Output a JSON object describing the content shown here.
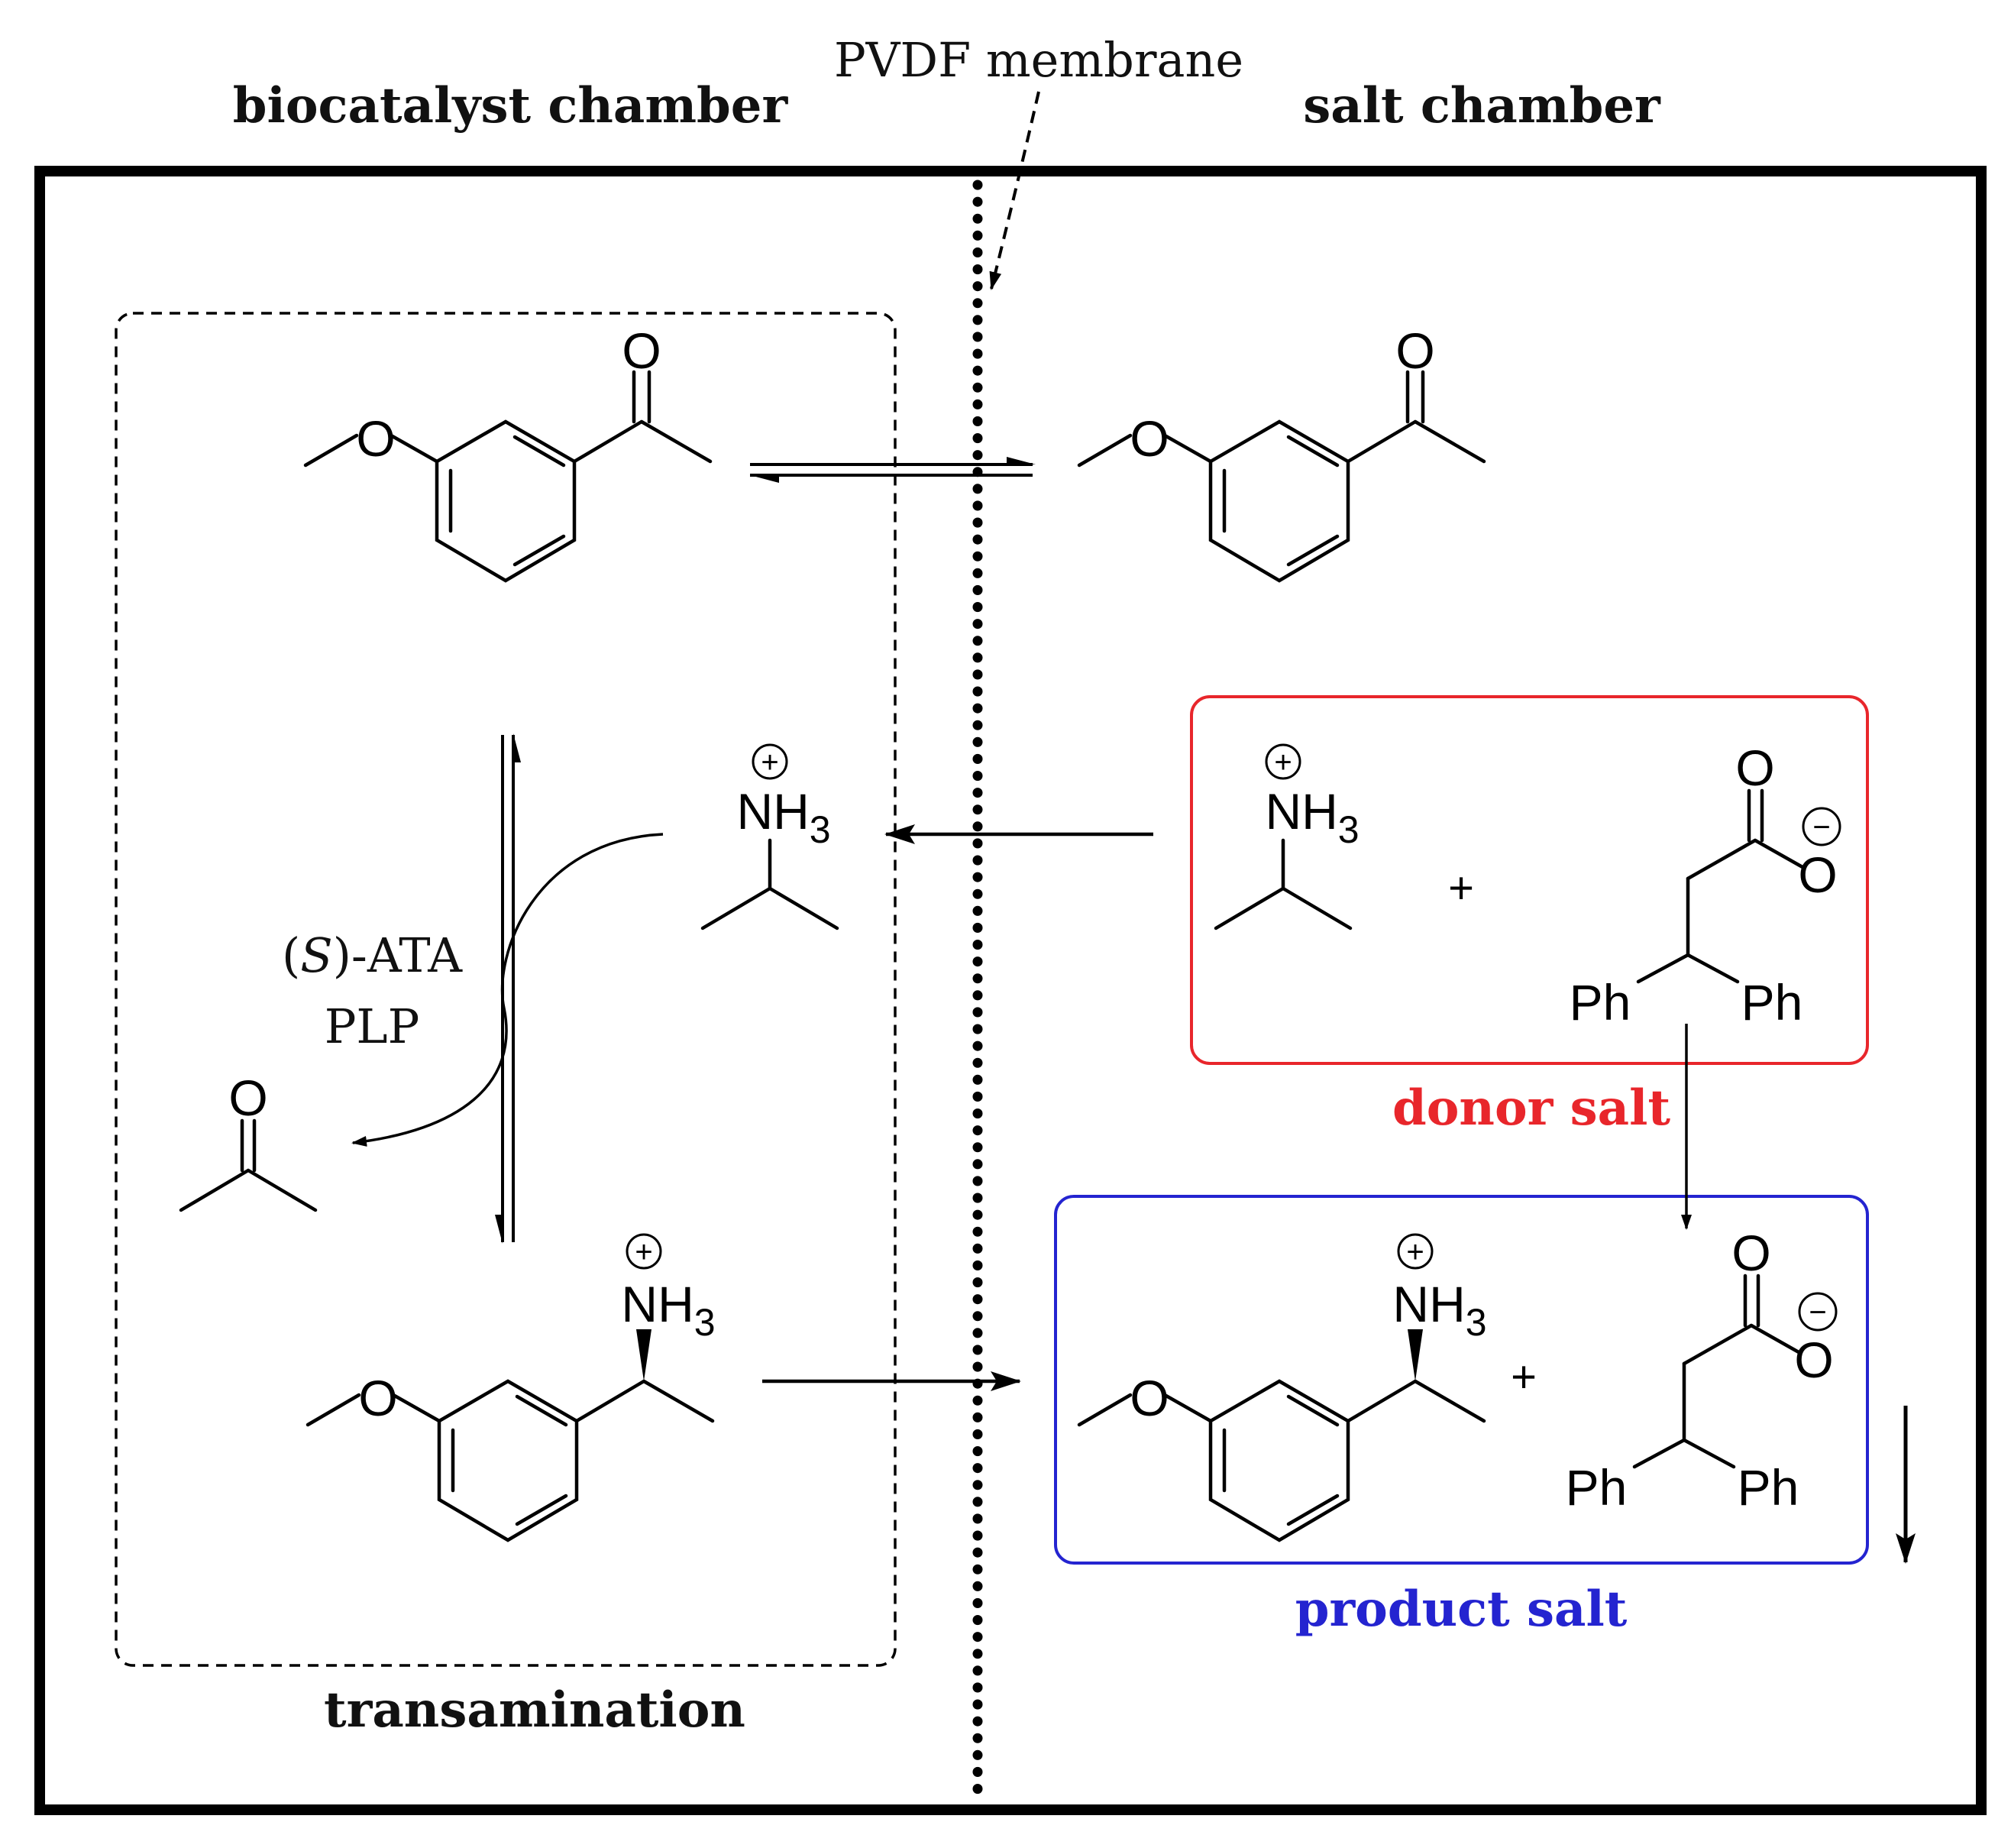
{
  "headers": {
    "left_chamber": "biocatalyst chamber",
    "right_chamber": "salt chamber",
    "membrane": "PVDF membrane"
  },
  "region_labels": {
    "transamination": "transamination",
    "donor_salt": "donor salt",
    "product_salt": "product salt"
  },
  "catalyst": {
    "enzyme_prefix": "(",
    "enzyme_italic": "S",
    "enzyme_suffix": ")-ATA",
    "cofactor": "PLP"
  },
  "atoms": {
    "oxygen": "O",
    "amine": "NH",
    "subscript_3": "3",
    "phenyl": "Ph",
    "plus_sign": "+",
    "cation_charge": "+",
    "anion_charge": "−"
  },
  "colors": {
    "donor_box": "#e8262b",
    "donor_label": "#e8262b",
    "product_box": "#2424d0",
    "product_label": "#2424d0",
    "ink": "#000000"
  }
}
